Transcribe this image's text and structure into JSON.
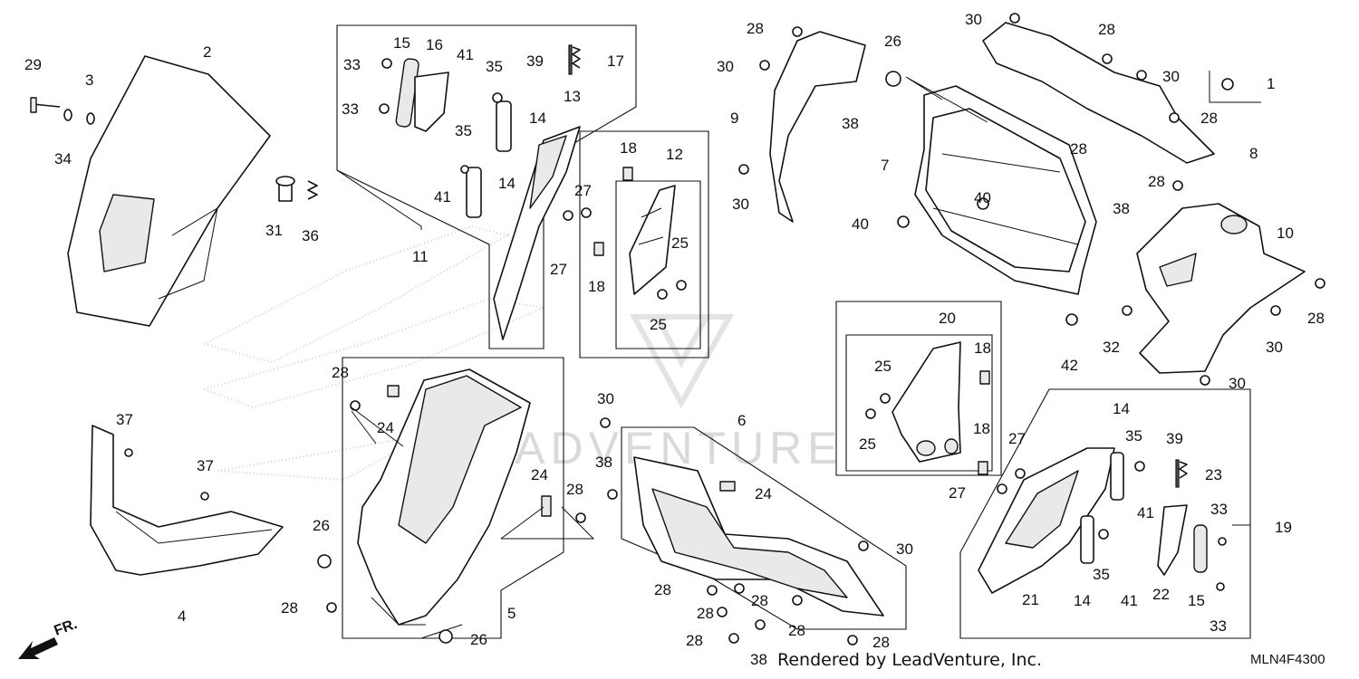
{
  "labels": {
    "n1": "1",
    "n2": "2",
    "n3": "3",
    "n4": "4",
    "n5": "5",
    "n6": "6",
    "n7": "7",
    "n8": "8",
    "n9": "9",
    "n10": "10",
    "n11": "11",
    "n12": "12",
    "n13": "13",
    "n14": "14",
    "n15": "15",
    "n16": "16",
    "n17": "17",
    "n18": "18",
    "n19": "19",
    "n20": "20",
    "n21": "21",
    "n22": "22",
    "n23": "23",
    "n24": "24",
    "n25": "25",
    "n26": "26",
    "n27": "27",
    "n28": "28",
    "n29": "29",
    "n30": "30",
    "n31": "31",
    "n32": "32",
    "n33": "33",
    "n34": "34",
    "n35": "35",
    "n36": "36",
    "n37": "37",
    "n38": "38",
    "n39": "39",
    "n40": "40",
    "n41": "41",
    "n42": "42"
  },
  "direction_label": "FR.",
  "watermark": "LEADVENTURE",
  "footer": {
    "rendered_by": "Rendered by LeadVenture, Inc.",
    "diagram_code": "MLN4F4300"
  },
  "colors": {
    "line": "#111111",
    "watermark": "#d9d9d9"
  }
}
